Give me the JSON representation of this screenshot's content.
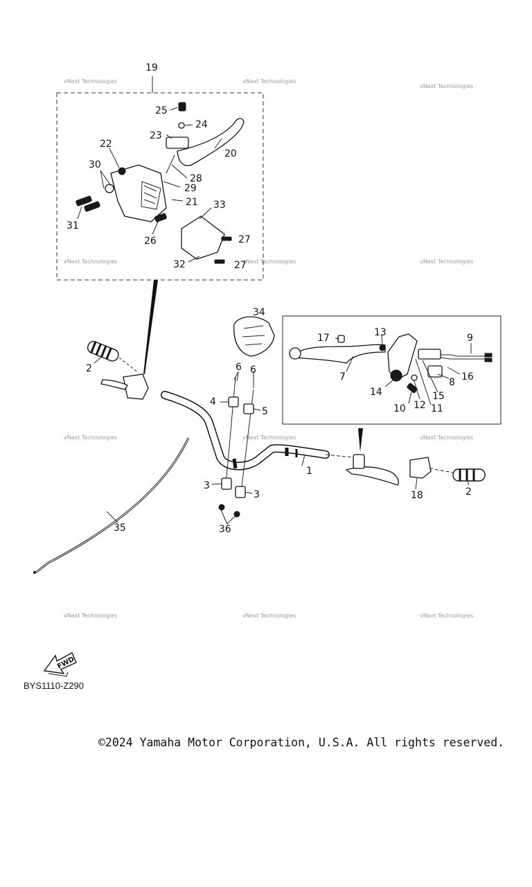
{
  "diagram": {
    "callouts": [
      "19",
      "25",
      "24",
      "23",
      "20",
      "22",
      "30",
      "28",
      "29",
      "21",
      "33",
      "31",
      "26",
      "27",
      "32",
      "27",
      "34",
      "17",
      "13",
      "9",
      "7",
      "14",
      "16",
      "8",
      "10",
      "12",
      "11",
      "15",
      "2",
      "6",
      "6",
      "4",
      "5",
      "1",
      "3",
      "3",
      "36",
      "35",
      "18",
      "2"
    ],
    "watermark": "vNext Technologies",
    "fwd_label": "FWD",
    "diagram_code": "BYS1110-Z290",
    "copyright": "©2024 Yamaha Motor Corporation, U.S.A. All rights reserved."
  }
}
